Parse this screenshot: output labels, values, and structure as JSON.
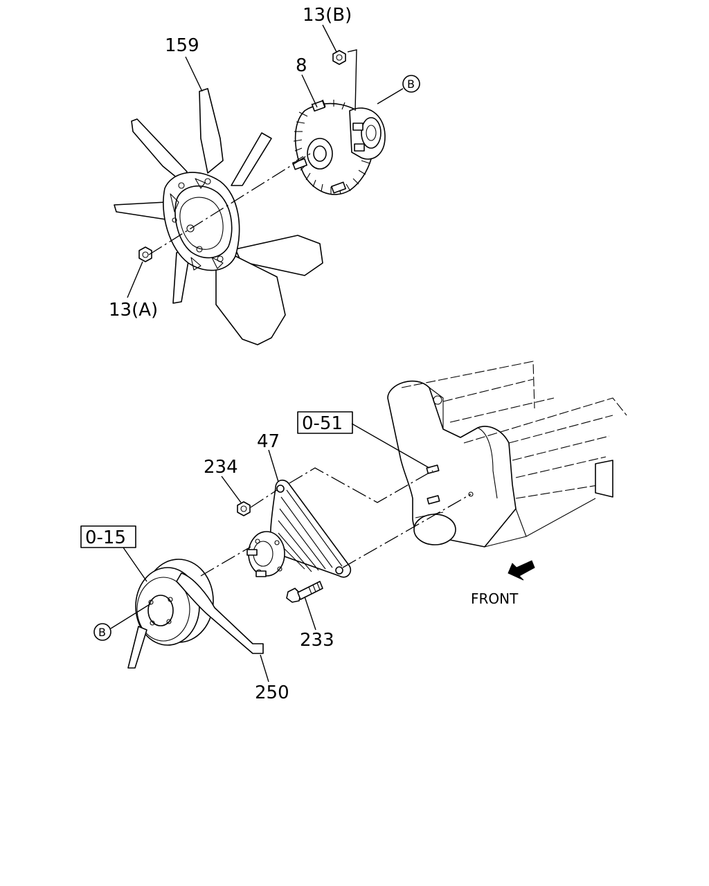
{
  "labels": {
    "fan": "159",
    "fan_clutch": "8",
    "nut_b": "13(B)",
    "nut_a": "13(A)",
    "ref_b_top": "B",
    "ref_b_bottom": "B",
    "bracket": "47",
    "nut_234": "234",
    "ref_051": "0-51",
    "ref_015": "0-15",
    "bolt_233": "233",
    "belt_250": "250",
    "front": "FRONT"
  }
}
